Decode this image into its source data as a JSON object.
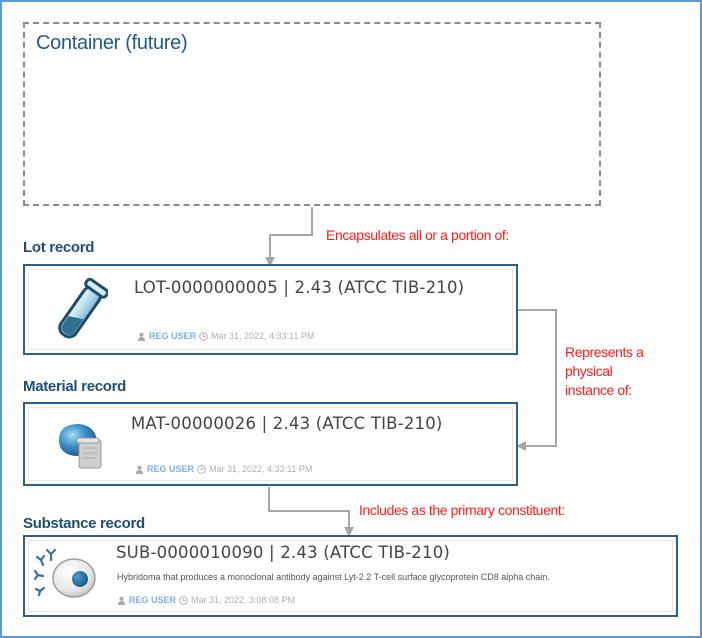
{
  "container": {
    "title": "Container (future)"
  },
  "sections": {
    "lot_label": "Lot record",
    "material_label": "Material record",
    "substance_label": "Substance record"
  },
  "records": {
    "lot": {
      "title": "LOT-0000000005 | 2.43 (ATCC TIB-210)",
      "user": "REG USER",
      "timestamp": "Mar 31, 2022, 4:33:11 PM",
      "icon": "test-tube-icon"
    },
    "material": {
      "title": "MAT-00000026 | 2.43 (ATCC TIB-210)",
      "user": "REG USER",
      "timestamp": "Mar 31, 2022, 4:33:11 PM",
      "icon": "material-container-icon"
    },
    "substance": {
      "title": "SUB-0000010090 | 2.43 (ATCC TIB-210)",
      "description": "Hybridoma that produces a monoclonal antibody against Lyt-2.2 T-cell surface glycoprotein CD8 alpha chain.",
      "user": "REG USER",
      "timestamp": "Mar 31, 2022, 3:08:08 PM",
      "icon": "cell-antibody-icon"
    }
  },
  "relationships": [
    {
      "from": "container",
      "to": "lot",
      "label": "Encapsulates all or a portion of:"
    },
    {
      "from": "lot",
      "to": "material",
      "label_lines": [
        "Represents a",
        "physical",
        "instance of:"
      ]
    },
    {
      "from": "material",
      "to": "substance",
      "label": "Includes as the primary constituent:"
    }
  ],
  "colors": {
    "frame": "#5b9bd5",
    "card_border": "#2e5f8a",
    "heading": "#1f4e79",
    "annotation": "#ff1a1a",
    "connector": "#a6a6a6",
    "user_link": "#7fb0e0"
  }
}
